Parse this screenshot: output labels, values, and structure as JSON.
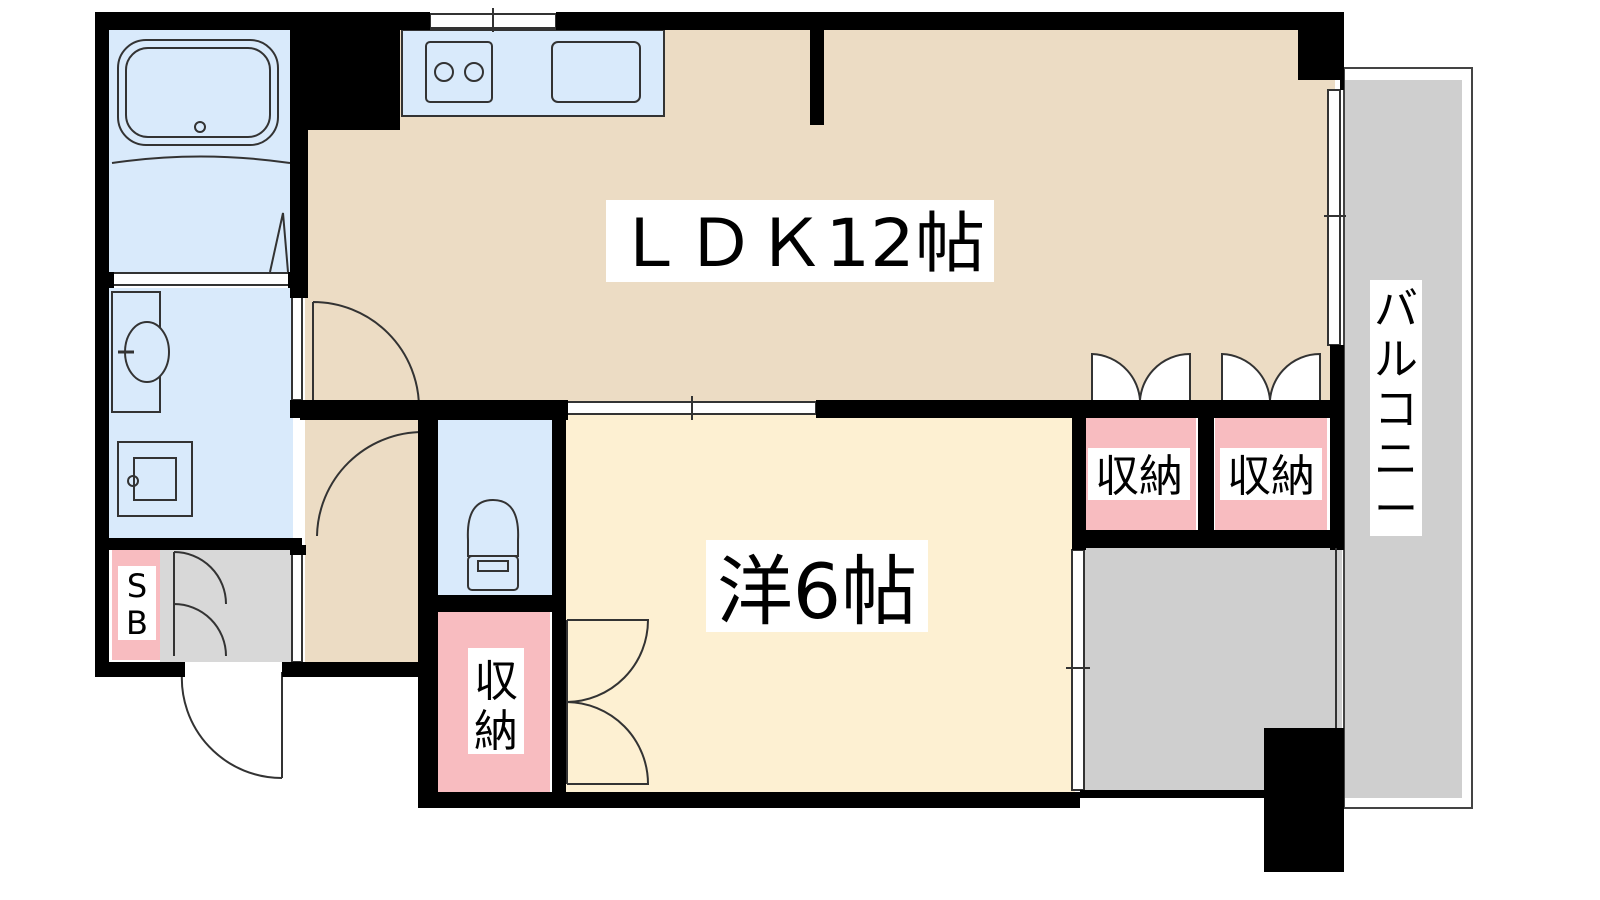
{
  "rooms": {
    "ldk": {
      "label": "ＬＤＫ12帖"
    },
    "western": {
      "label": "洋6帖"
    },
    "storage_1": {
      "label": "収納"
    },
    "storage_2": {
      "label": "収納"
    },
    "storage_3": {
      "label": "収納"
    },
    "shoe_box": {
      "label_1": "S",
      "label_2": "B"
    },
    "balcony": {
      "label_chars": [
        "バ",
        "ル",
        "コ",
        "ニ",
        "ー"
      ]
    }
  },
  "colors": {
    "ldk_floor": "#ecdcc4",
    "western_floor": "#fdf0d2",
    "wet_area": "#d9eafb",
    "storage": "#f8bcc0",
    "balcony": "#cfcfcf",
    "wall": "#000000"
  }
}
